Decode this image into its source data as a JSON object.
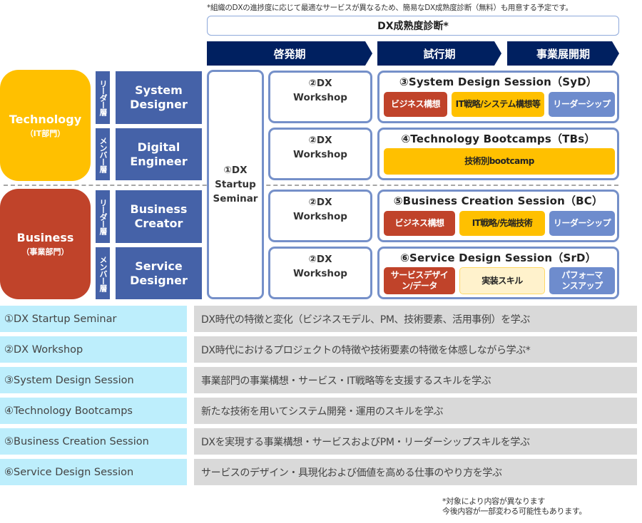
{
  "top_note": "*組織のDXの進捗度に応じて最適なサービスが異なるため、簡易なDX成熟度診断（無料）も用意する予定です。",
  "diagnosis_label": "DX成熟度診断*",
  "phases": [
    {
      "label": "啓発期"
    },
    {
      "label": "試行期"
    },
    {
      "label": "事業展開期"
    }
  ],
  "departments": [
    {
      "name": "Technology",
      "sub": "（IT部門）",
      "color": "#ffc000"
    },
    {
      "name": "Business",
      "sub": "（事業部門）",
      "color": "#c0432a"
    }
  ],
  "layers": {
    "leader": "リーダー層",
    "member": "メンバー層"
  },
  "roles": [
    {
      "line1": "System",
      "line2": "Designer"
    },
    {
      "line1": "Digital",
      "line2": "Engineer"
    },
    {
      "line1": "Business",
      "line2": "Creator"
    },
    {
      "line1": "Service",
      "line2": "Designer"
    }
  ],
  "seminar": {
    "line1": "①DX",
    "line2": "Startup",
    "line3": "Seminar"
  },
  "workshop": {
    "line1": "②DX",
    "line2": "Workshop"
  },
  "sessions": [
    {
      "title": "③System Design Session（SyD）",
      "chips": [
        {
          "label": "ビジネス構想",
          "style": "red"
        },
        {
          "label": "IT戦略/システム構想等",
          "style": "yellow"
        },
        {
          "label": "リーダーシップ",
          "style": "blue"
        }
      ]
    },
    {
      "title": "④Technology Bootcamps（TBs）",
      "chips": [
        {
          "label": "技術別bootcamp",
          "style": "yellow"
        }
      ]
    },
    {
      "title": "⑤Business  Creation Session（BC）",
      "chips": [
        {
          "label": "ビジネス構想",
          "style": "red"
        },
        {
          "label": "IT戦略/先端技術",
          "style": "yellow"
        },
        {
          "label": "リーダーシップ",
          "style": "blue"
        }
      ]
    },
    {
      "title": "⑥Service Design Session（SrD）",
      "chips": [
        {
          "label": "サービスデザイン/データ",
          "style": "red"
        },
        {
          "label": "実装スキル",
          "style": "cream"
        },
        {
          "label": "パフォーマンスアップ",
          "style": "blue"
        }
      ]
    }
  ],
  "descriptions": [
    {
      "name": "①DX Startup Seminar",
      "text": "DX時代の特徴と変化（ビジネスモデル、PM、技術要素、活用事例）を学ぶ"
    },
    {
      "name": "②DX Workshop",
      "text": "DX時代におけるプロジェクトの特徴や技術要素の特徴を体感しながら学ぶ*"
    },
    {
      "name": "③System Design Session",
      "text": "事業部門の事業構想・サービス・IT戦略等を支援するスキルを学ぶ"
    },
    {
      "name": "④Technology Bootcamps",
      "text": "新たな技術を用いてシステム開発・運用のスキルを学ぶ"
    },
    {
      "name": "⑤Business Creation Session",
      "text": "DXを実現する事業構想・サービスおよびPM・リーダーシップスキルを学ぶ"
    },
    {
      "name": "⑥Service Design Session",
      "text": "サービスのデザイン・具現化および価値を高める仕事のやり方を学ぶ"
    }
  ],
  "footnote": {
    "line1": "*対象により内容が異なります",
    "line2": "今後内容が一部変わる可能性もあります。"
  },
  "colors": {
    "navy": "#002060",
    "role_blue": "#4562a8",
    "outline": "#7590c9",
    "desc_left": "#bdeefc",
    "desc_right": "#d9d9d9"
  }
}
